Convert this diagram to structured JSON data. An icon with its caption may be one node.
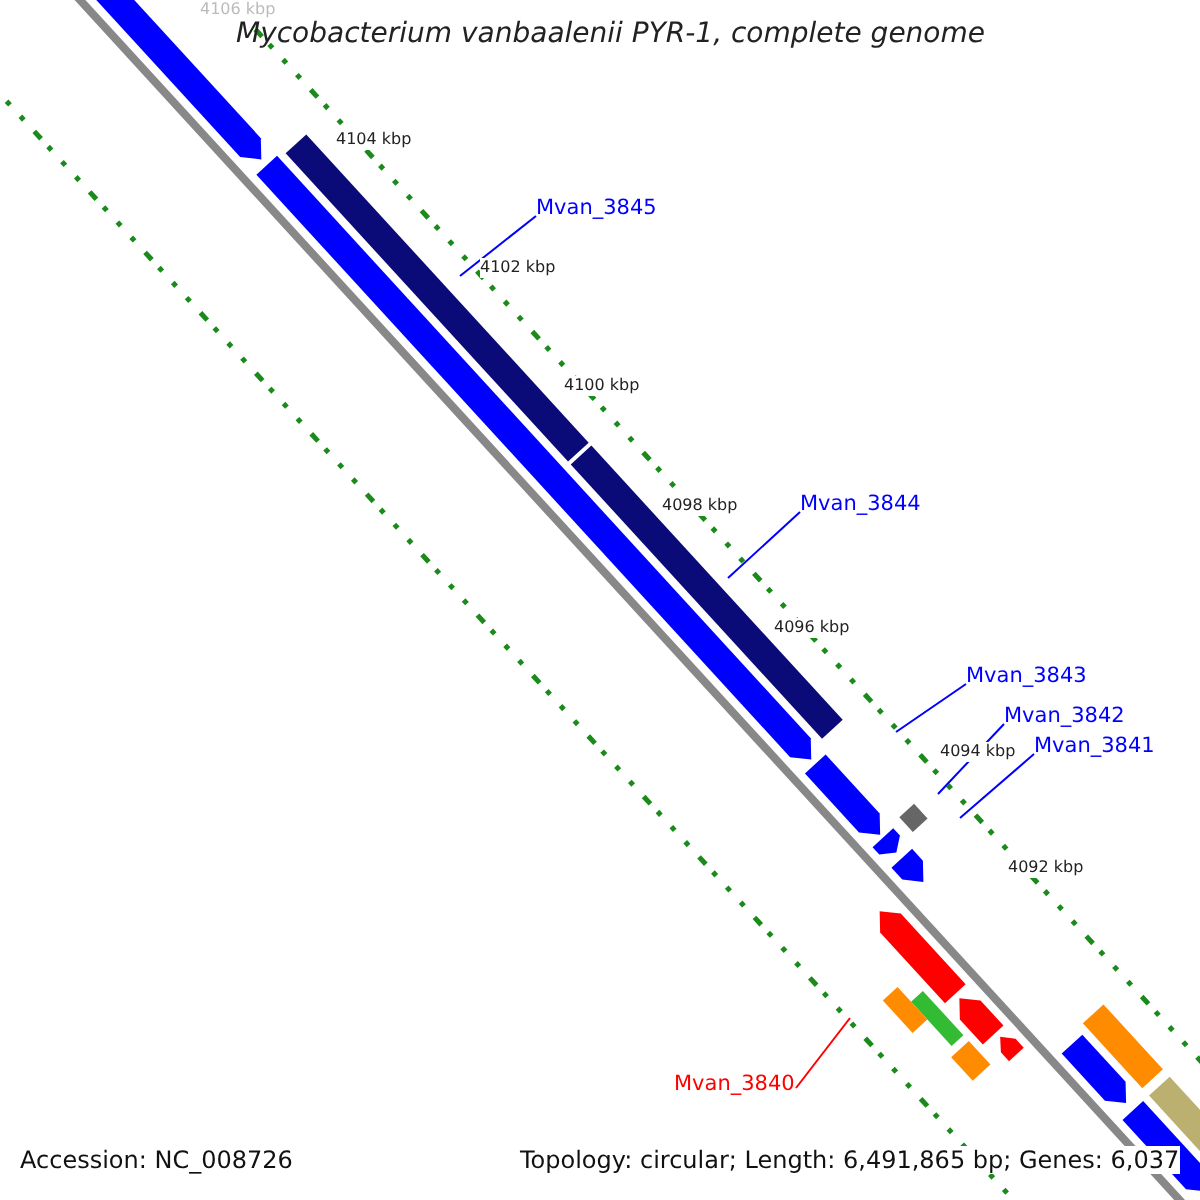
{
  "diagram": {
    "title": "Mycobacterium vanbaalenii PYR-1, complete genome",
    "nodes": [
      {
        "text": [
          "Mvan_3845"
        ]
      },
      {
        "text": [
          "Mvan_3844"
        ]
      },
      {
        "text": [
          "Mvan_3843"
        ]
      },
      {
        "text": [
          "Mvan_3842"
        ]
      },
      {
        "text": [
          "Mvan_3841"
        ]
      },
      {
        "text": [
          "Mvan_3840"
        ]
      }
    ],
    "edges": [
      {
        "from": 0,
        "to": null,
        "arrow": "none"
      },
      {
        "from": 1,
        "to": null,
        "arrow": "none"
      },
      {
        "from": 2,
        "to": null,
        "arrow": "none"
      },
      {
        "from": 3,
        "to": null,
        "arrow": "none"
      },
      {
        "from": 4,
        "to": null,
        "arrow": "none"
      },
      {
        "from": 5,
        "to": null,
        "arrow": "none",
        "color": "#ff0000"
      }
    ],
    "labels": [
      "4106 kbp",
      "4104 kbp",
      "4102 kbp",
      "4100 kbp",
      "4098 kbp",
      "4096 kbp",
      "4094 kbp",
      "4092 kbp",
      "Accession: NC_008726",
      "Topology: circular; Length: 6,491,865 bp; Genes: 6,037"
    ]
  }
}
